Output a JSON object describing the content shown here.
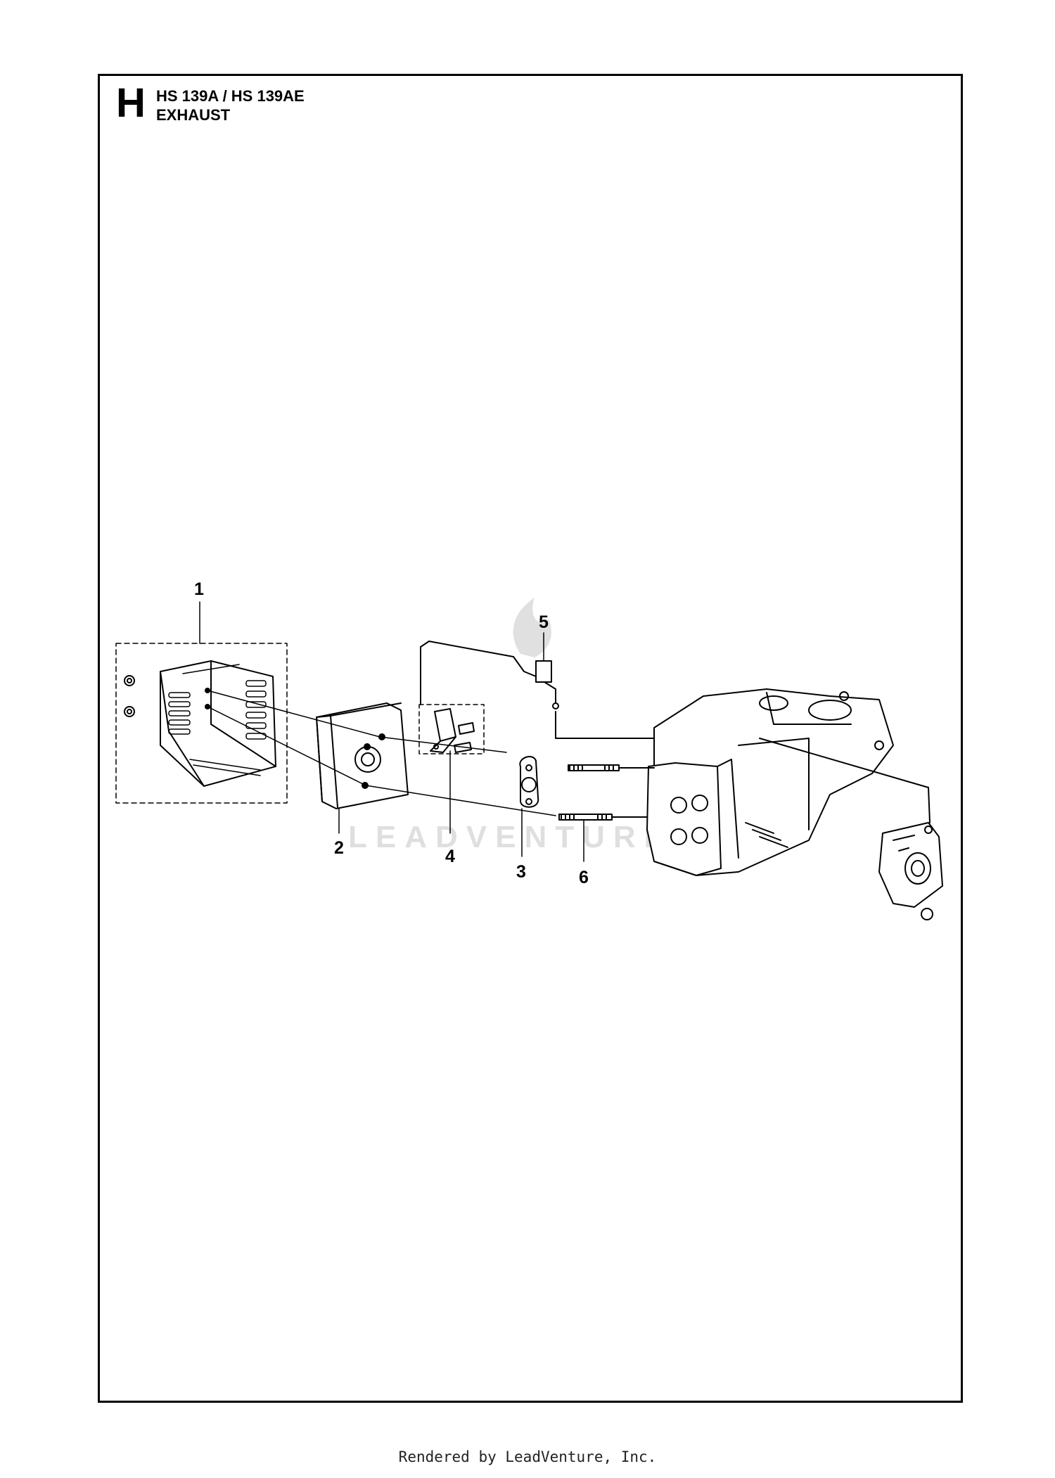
{
  "header": {
    "section_letter": "H",
    "model": "HS 139A / HS 139AE",
    "title": "EXHAUST"
  },
  "callouts": [
    "1",
    "2",
    "3",
    "4",
    "5",
    "6"
  ],
  "watermark": "LEADVENTURE",
  "footer": "Rendered by LeadVenture, Inc.",
  "icons": [
    "muffler-guard-icon",
    "muffler-icon",
    "gasket-icon",
    "bracket-icon",
    "rod-icon",
    "stud-icon",
    "engine-block-icon",
    "carburetor-icon"
  ]
}
